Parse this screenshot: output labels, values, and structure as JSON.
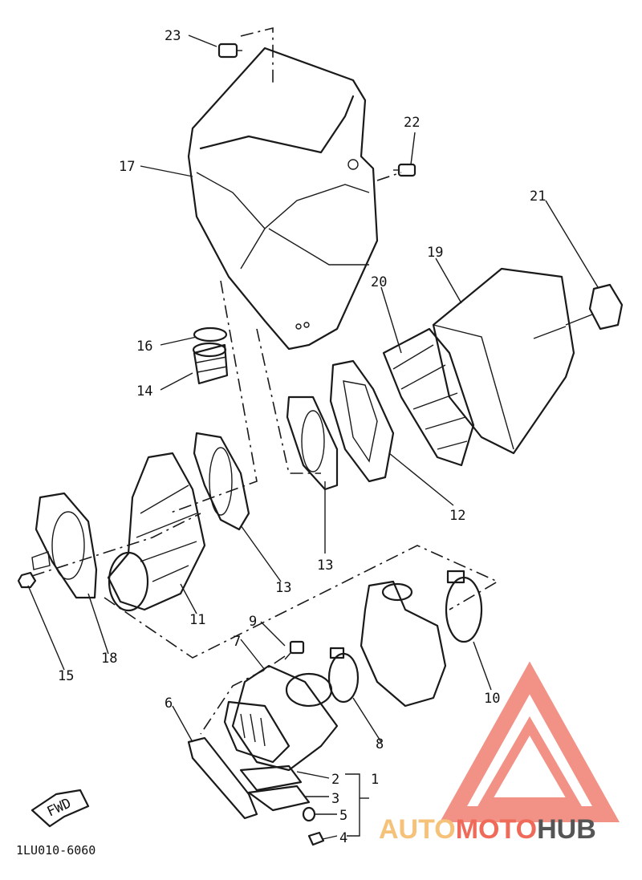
{
  "diagram": {
    "callouts": [
      "1",
      "2",
      "3",
      "4",
      "5",
      "6",
      "7",
      "8",
      "9",
      "10",
      "11",
      "12",
      "13",
      "13",
      "14",
      "15",
      "16",
      "17",
      "18",
      "19",
      "20",
      "21",
      "22",
      "23"
    ],
    "fwd_label": "FWD",
    "drawing_code": "1LU010-6060"
  },
  "watermark": {
    "word_a": "AUTO",
    "word_b": "MOTO",
    "word_c": "HUB",
    "color_light": "#f6c27a",
    "color_mid": "#f06a5a",
    "color_dark": "#555555"
  }
}
